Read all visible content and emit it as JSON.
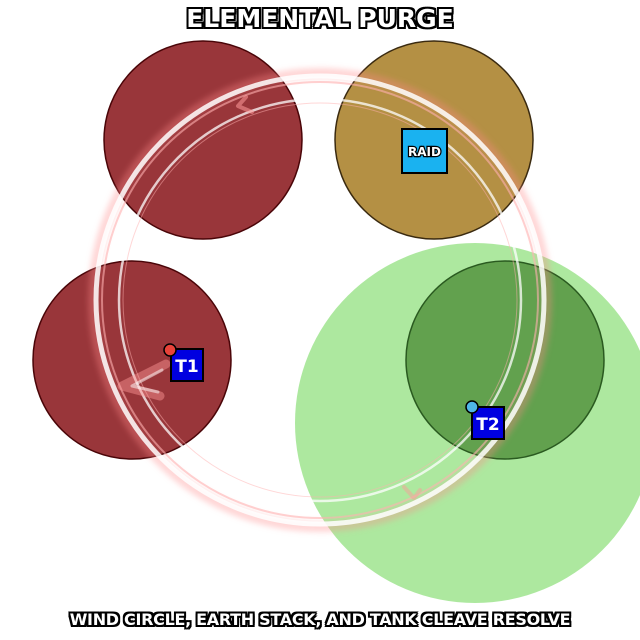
{
  "header": {
    "title": "Elemental Purge"
  },
  "footer": {
    "caption": "Wind circle, earth stack, and tank cleave resolve"
  },
  "markers": {
    "raid": "RAID",
    "t1": "T1",
    "t2": "T2"
  },
  "colors": {
    "fire_circle": "#8b1a1f",
    "earth_circle": "#b08a3a",
    "wind_circle": "#9be38a",
    "tank_cleave": "#4f8f3a",
    "raid_marker": "#1ab2f0",
    "tank_marker": "#0000e0",
    "t1_dot": "#e8433a",
    "t2_dot": "#4fb6e8"
  }
}
